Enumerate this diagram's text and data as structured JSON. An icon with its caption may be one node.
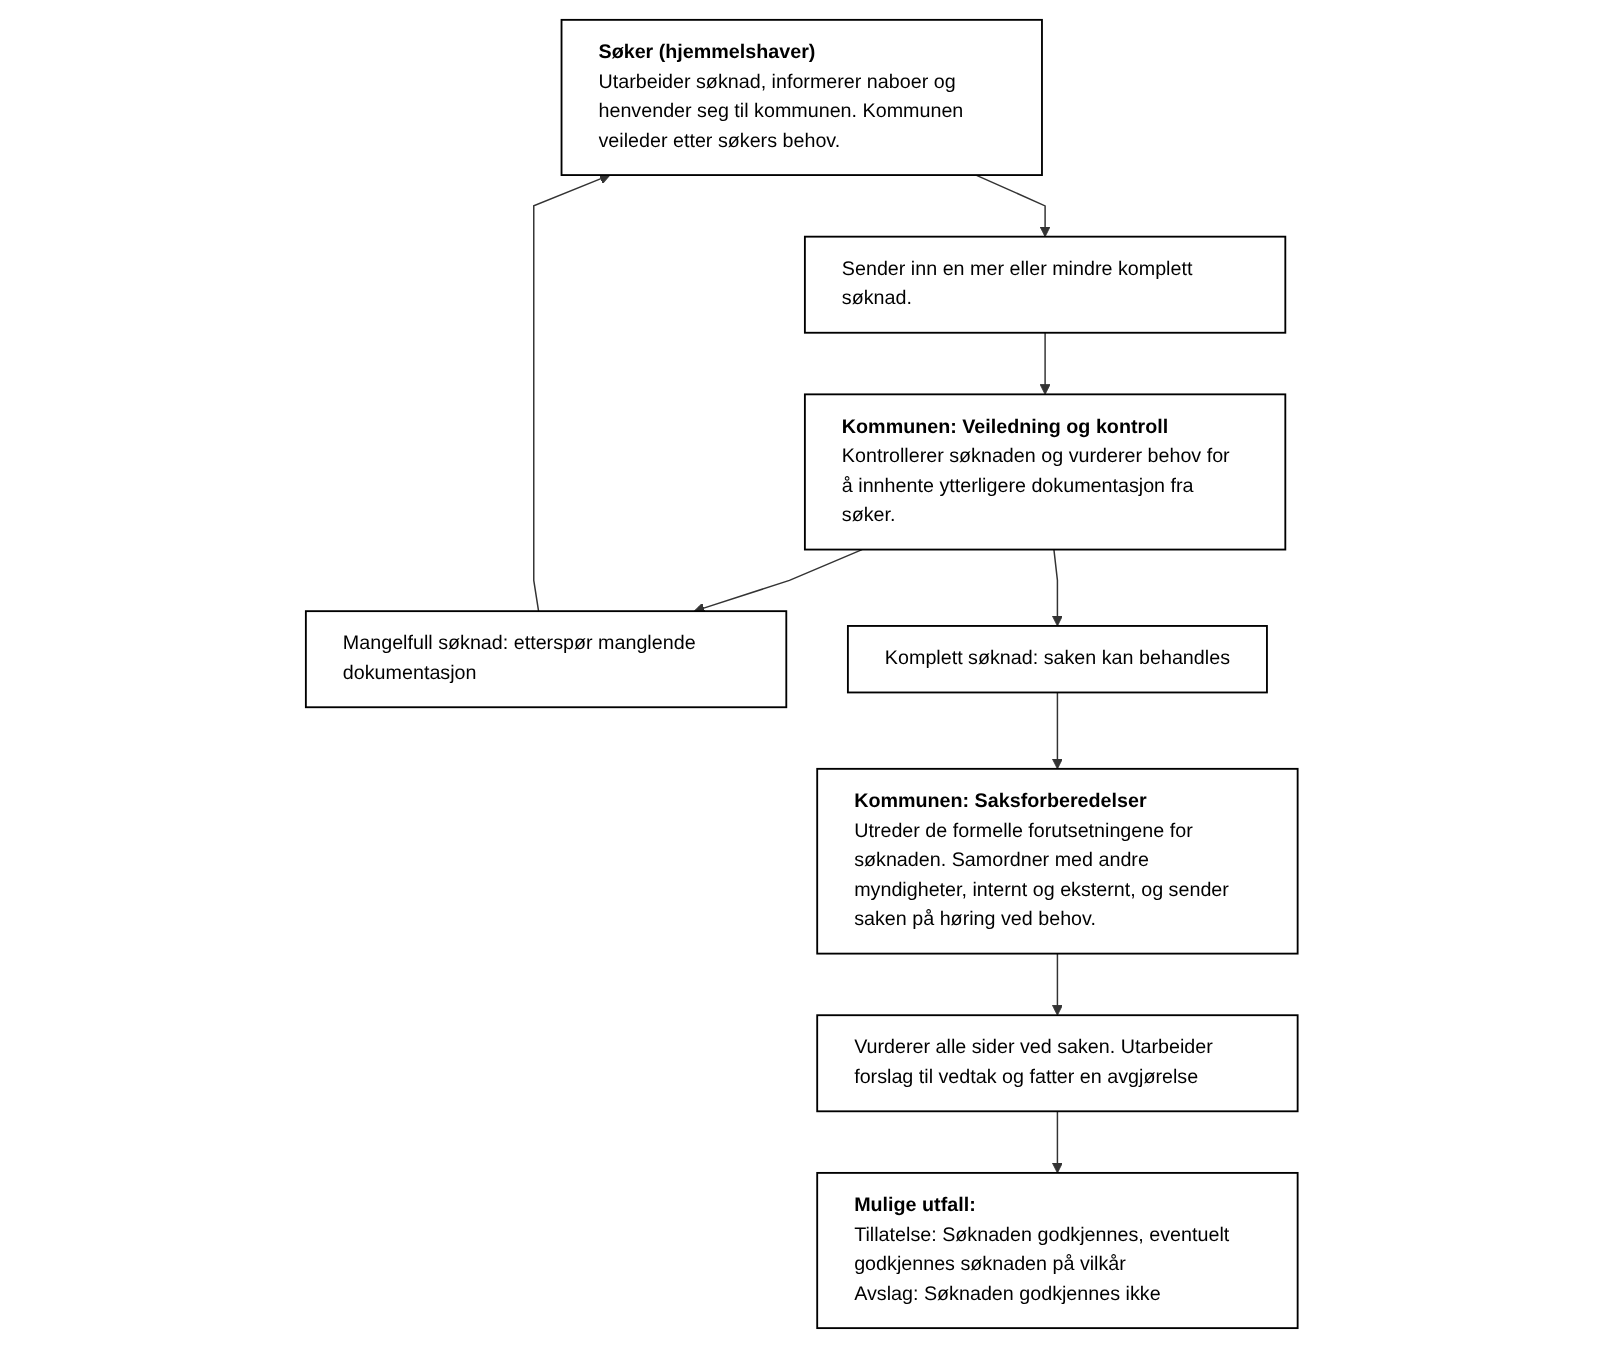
{
  "diagram": {
    "nodes": [
      {
        "text": [
          "Søker (hjemmelshaver)",
          "Utarbeider søknad, informerer naboer og henvender seg til kommunen. Kommunen veileder etter søkers behov."
        ]
      },
      {
        "text": [
          "Sender inn en mer eller mindre komplett søknad."
        ]
      },
      {
        "text": [
          "Kommunen: Veiledning og kontroll",
          "Kontrollerer søknaden og vurderer behov for å innhente ytterligere dokumentasjon fra søker."
        ]
      },
      {
        "text": [
          "Mangelfull søknad: etterspør manglende dokumentasjon"
        ]
      },
      {
        "text": [
          "Komplett søknad: saken kan behandles"
        ]
      },
      {
        "text": [
          "Kommunen: Saksforberedelser",
          "Utreder de formelle forutsetningene for søknaden. Samordner med andre myndigheter, internt og eksternt, og sender saken på høring ved behov."
        ]
      },
      {
        "text": [
          "Vurderer alle sider ved saken. Utarbeider forslag til vedtak og fatter en avgjørelse"
        ]
      },
      {
        "text": [
          "Mulige utfall:",
          "Tillatelse: Søknaden godkjennes, eventuelt godkjennes søknaden på vilkår",
          "Avslag: Søknaden godkjennes ikke"
        ]
      }
    ],
    "edges": [
      {
        "from": 0,
        "to": 1,
        "arrow": "to"
      },
      {
        "from": 1,
        "to": 2,
        "arrow": "to"
      },
      {
        "from": 2,
        "to": 3,
        "arrow": "to"
      },
      {
        "from": 2,
        "to": 4,
        "arrow": "to"
      },
      {
        "from": 3,
        "to": 0,
        "arrow": "to"
      },
      {
        "from": 4,
        "to": 5,
        "arrow": "to"
      },
      {
        "from": 5,
        "to": 6,
        "arrow": "to"
      },
      {
        "from": 6,
        "to": 7,
        "arrow": "to"
      }
    ]
  }
}
